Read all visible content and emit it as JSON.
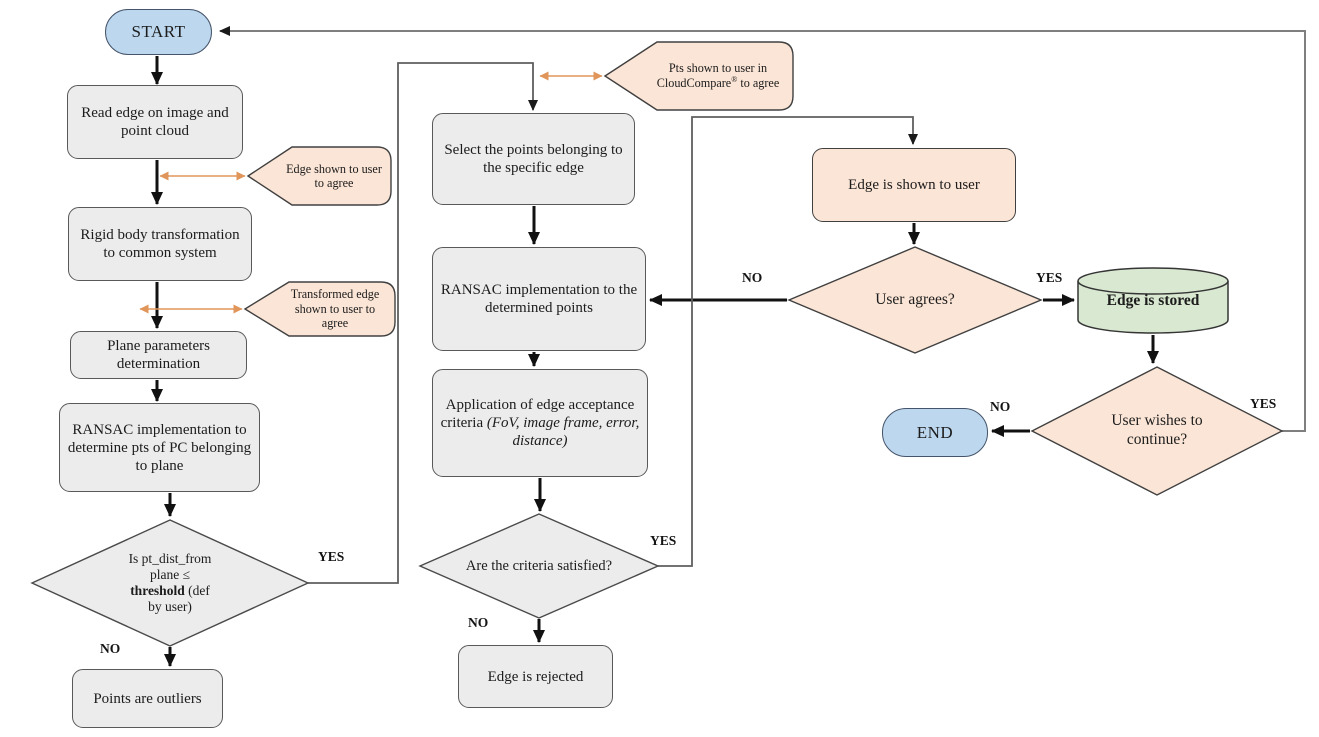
{
  "labels": {
    "yes": "YES",
    "no": "NO"
  },
  "nodes": {
    "start": "START",
    "read_edge": "Read edge on image and point cloud",
    "rigid_body": "Rigid body transformation to common system",
    "plane_params": "Plane parameters determination",
    "ransac_plane": "RANSAC implementation to determine pts of PC belonging to plane",
    "threshold_l1": "Is pt_dist_from",
    "threshold_l2": "plane ≤",
    "threshold_bold": "threshold",
    "threshold_l3": " (def",
    "threshold_l4": "by user)",
    "points_outliers": "Points are outliers",
    "select_points": "Select the points belonging to the specific edge",
    "ransac_points": "RANSAC implementation to the determined points",
    "application": "Application of edge acceptance criteria",
    "application_criteria": "(FoV, image frame, error, distance)",
    "criteria_q": "Are the criteria satisfied?",
    "edge_rejected": "Edge is rejected",
    "edge_shown": "Edge is shown to user",
    "user_agrees": "User agrees?",
    "edge_stored": "Edge is stored",
    "user_continue": "User wishes to continue?",
    "end": "END"
  },
  "callouts": {
    "edge_shown_agree": "Edge shown to user to agree",
    "transformed_agree": "Transformed edge shown to user to agree",
    "cloudcompare_pre": "Pts shown to user in CloudCompare",
    "cloudcompare_reg": "®",
    "cloudcompare_post": "to agree"
  },
  "colors": {
    "process_fill": "#ececec",
    "process_border": "#595959",
    "terminal_fill": "#bdd7ee",
    "callout_fill": "#fbe5d6",
    "storage_fill": "#d9e8d1",
    "shape_border": "#404040",
    "arrow_black": "#111111",
    "connector_orange": "#e0955a",
    "loop_gray": "#6e6e6e"
  }
}
